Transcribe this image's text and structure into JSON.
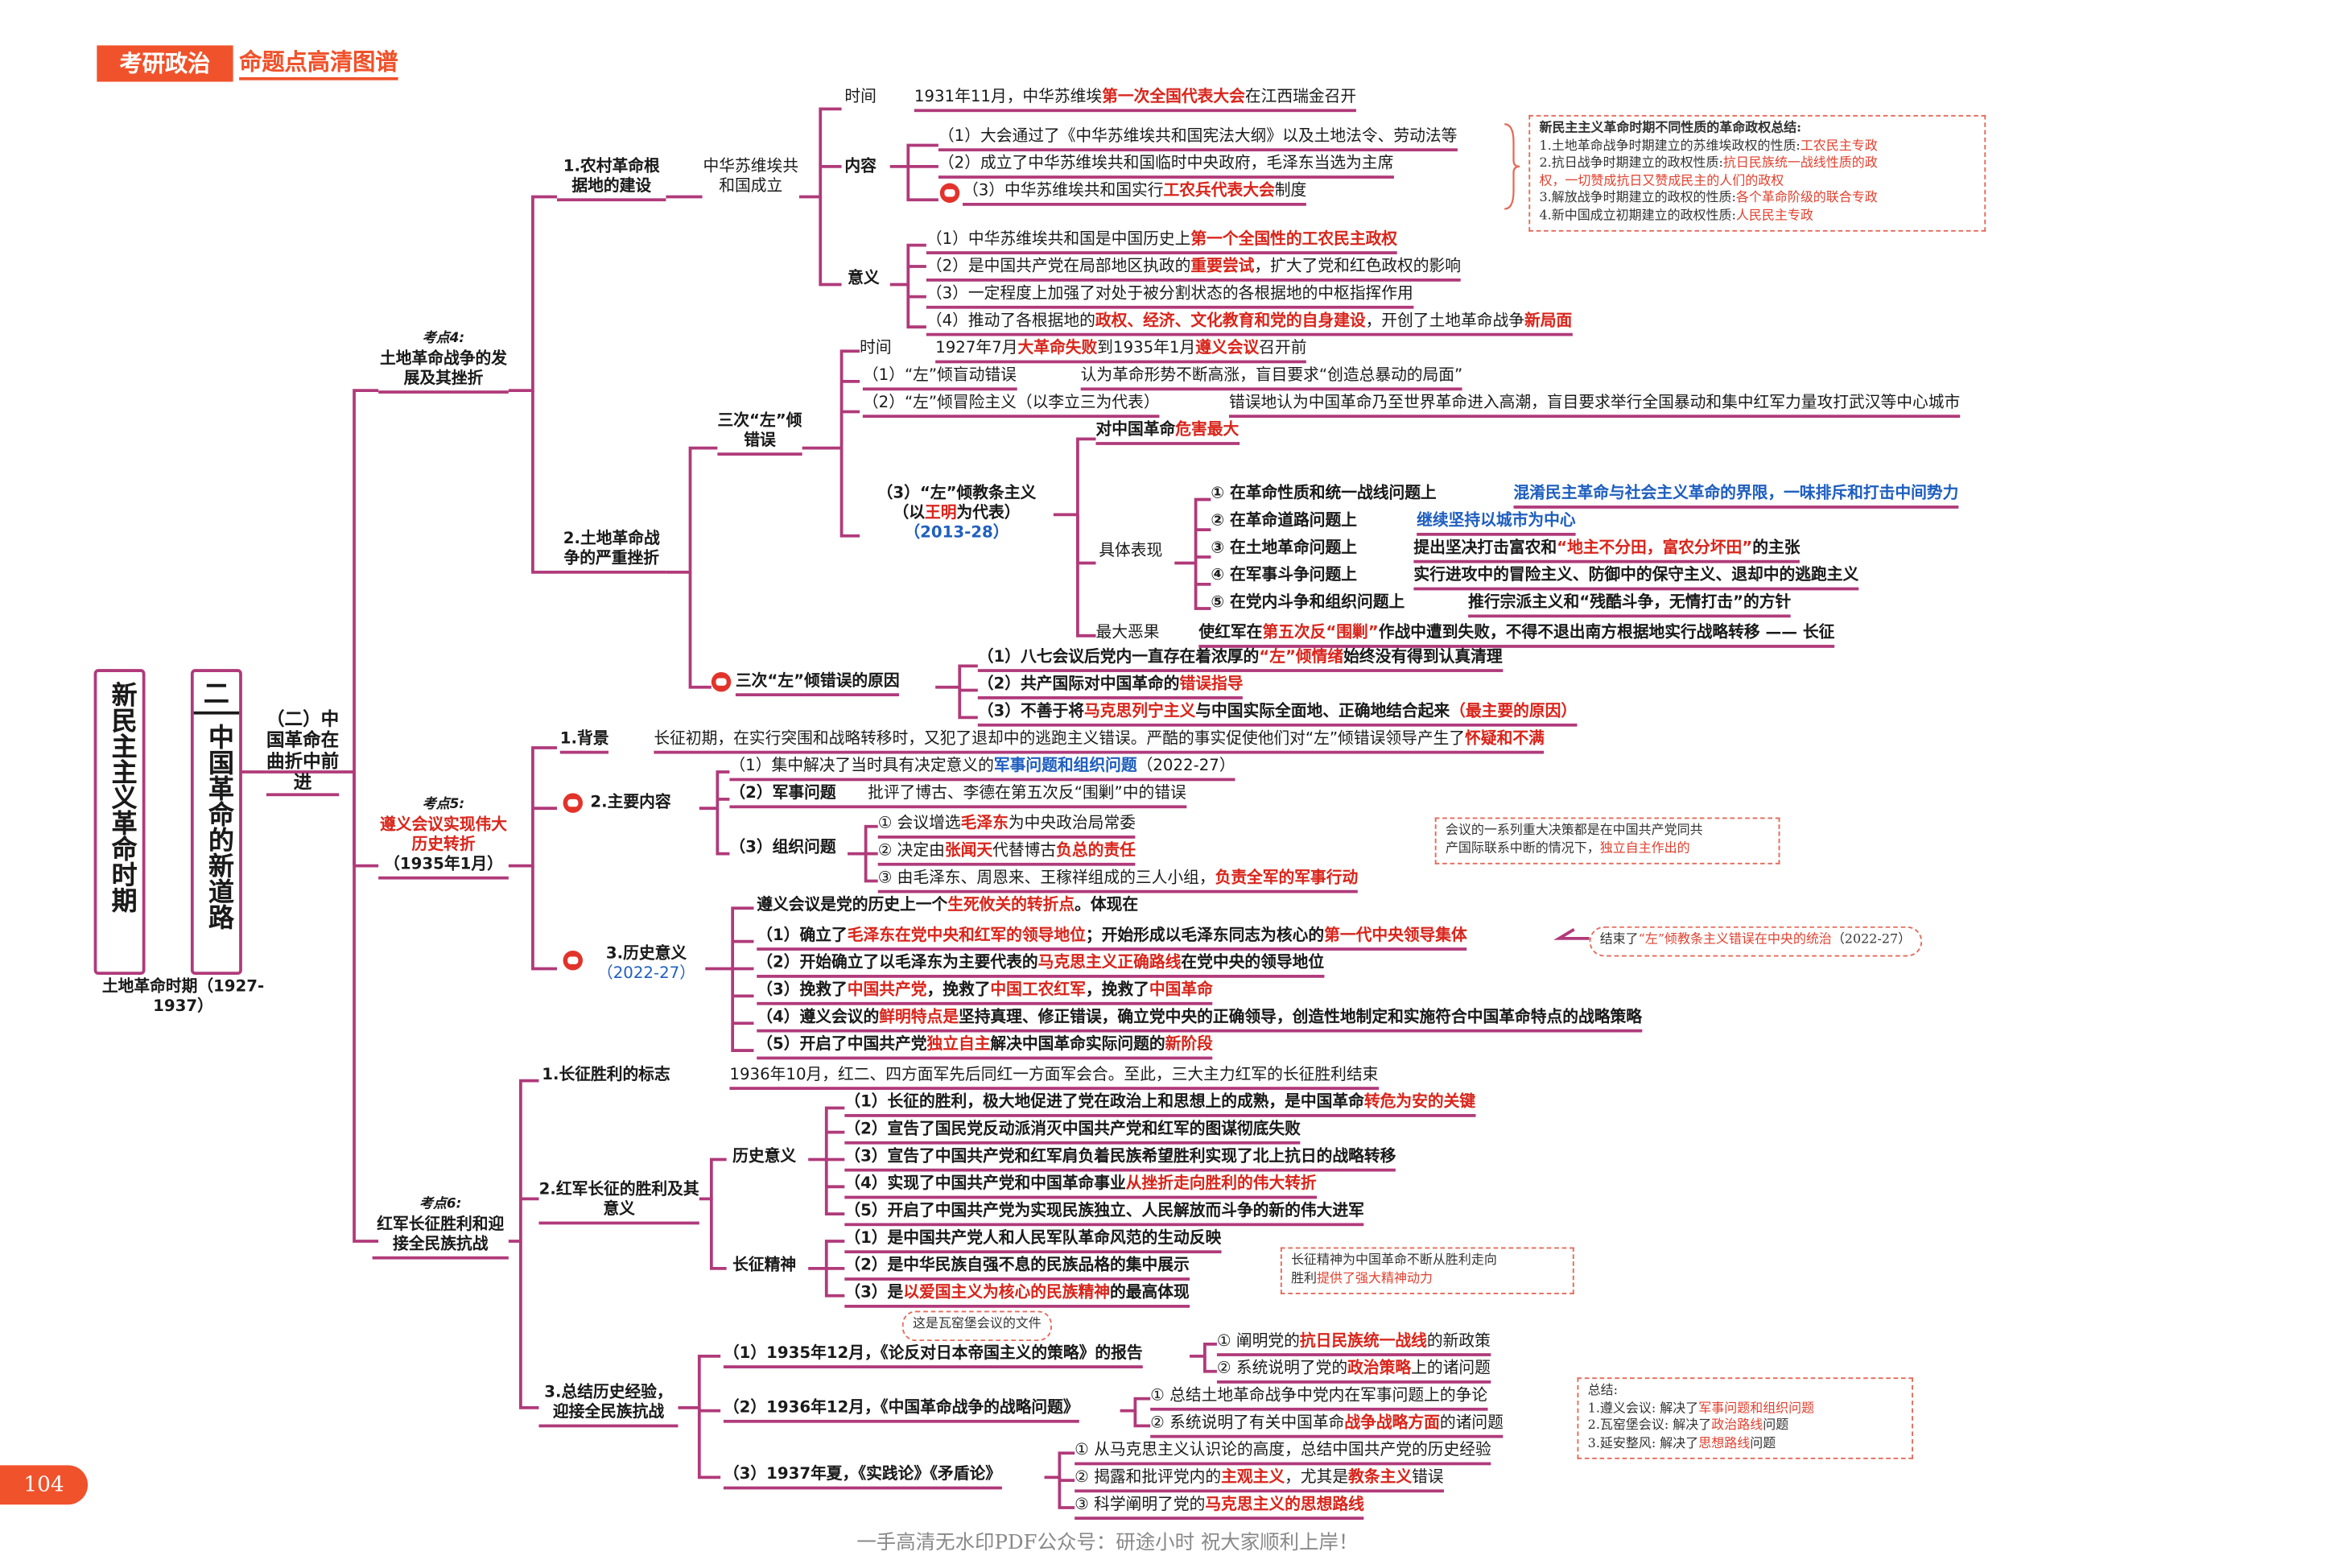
{
  "header": {
    "badge": "考研政治",
    "subtitle": "命题点高清图谱"
  },
  "page_number": "104",
  "footer": "一手高清无水印PDF公众号：研途小时  祝大家顺利上岸！",
  "root": {
    "title": "新民主主义革命时期",
    "chapter": "二 中国革命的新道路",
    "section": "（二）中国革命在曲折中前进",
    "period": "土地革命时期（1927-1937）"
  },
  "k4": {
    "label": "考点4:",
    "title": "土地革命战争的发展及其挫折"
  },
  "k5": {
    "label": "考点5:",
    "title": "遵义会议实现伟大历史转折",
    "date": "（1935年1月）"
  },
  "k6": {
    "label": "考点6:",
    "title": "红军长征胜利和迎接全民族抗战"
  },
  "rural": {
    "title": "1.农村革命根据地的建设",
    "sub": "中华苏维埃共和国成立",
    "time_label": "时间",
    "time": [
      "1931年11月，中华苏维埃",
      "第一次全国代表大会",
      "在江西瑞金召开"
    ],
    "content_label": "内容",
    "content": [
      [
        "（1）大会通过了《中华苏维埃共和国宪法大纲》以及土地法令、劳动法等"
      ],
      [
        "（2）成立了中华苏维埃共和国临时中央政府，毛泽东当选为主席"
      ],
      [
        "（3）中华苏维埃共和国实行",
        "工农兵代表大会",
        "制度"
      ]
    ],
    "meaning_label": "意义",
    "meaning": [
      [
        "（1）中华苏维埃共和国是中国历史上",
        "第一个全国性的工农民主政权",
        ""
      ],
      [
        "（2）是中国共产党在局部地区执政的",
        "重要尝试",
        "，扩大了党和红色政权的影响"
      ],
      [
        "（3）一定程度上加强了对处于被分割状态的各根据地的中枢指挥作用"
      ],
      [
        "（4）推动了各根据地的",
        "政权、经济、文化教育和党的自身建设",
        "，开创了土地革命战争",
        "新局面",
        ""
      ]
    ]
  },
  "summary_note": [
    [
      "新民主主义革命时期不同性质的革命政权总结:"
    ],
    [
      "1.土地革命战争时期建立的苏维埃政权的性质:",
      "工农民主专政"
    ],
    [
      "2.抗日战争时期建立的政权性质:",
      "抗日民族统一战线性质的政"
    ],
    [
      "",
      "权，一切赞成抗日又赞成民主的人们的政权"
    ],
    [
      "3.解放战争时期建立的政权的性质:",
      "各个革命阶级的联合专政"
    ],
    [
      "4.新中国成立初期建立的政权性质:",
      "人民民主专政"
    ]
  ],
  "setback": {
    "title": "2.土地革命战争的严重挫折",
    "three_left": "三次“左”倾错误",
    "time_label": "时间",
    "time": [
      "1927年7月",
      "大革命失败",
      "到1935年1月",
      "遵义会议",
      "召开前"
    ],
    "e1": [
      "（1）“左”倾盲动错误",
      "认为革命形势不断高涨，盲目要求“创造总暴动的局面”"
    ],
    "e2": [
      "（2）“左”倾冒险主义（以李立三为代表）",
      "错误地认为中国革命乃至世界革命进入高潮，盲目要求举行全国暴动和集中红军力量攻打武汉等中心城市"
    ],
    "e3_title": [
      "（3）“左”倾教条主义",
      "（以王明为代表）",
      "（2013-28）"
    ],
    "harm": [
      "对中国革命",
      "危害最大"
    ],
    "manifest_label": "具体表现",
    "manifest": [
      [
        "① 在革命性质和统一战线问题上",
        "混淆民主革命与社会主义革命的界限，一味排斥和打击中间势力"
      ],
      [
        "② 在革命道路问题上",
        "继续坚持以城市为中心"
      ],
      [
        "③ 在土地革命问题上",
        "提出坚决打击富农和",
        "“地主不分田，富农分坏田”",
        "的主张"
      ],
      [
        "④ 在军事斗争问题上",
        "实行进攻中的冒险主义、防御中的保守主义、退却中的逃跑主义"
      ],
      [
        "⑤ 在党内斗争和组织问题上",
        "推行宗派主义和“残酷斗争，无情打击”的方针"
      ]
    ],
    "worst_label": "最大恶果",
    "worst": [
      "使红军在",
      "第五次反“围剿”",
      "作战中遭到失败，不得不退出南方根据地实行战略转移 —— 长征"
    ],
    "cause_title": "三次“左”倾错误的原因",
    "causes": [
      [
        "（1）八七会议后党内一直存在着浓厚的",
        "“左”倾情绪",
        "始终没有得到认真清理"
      ],
      [
        "（2）共产国际对中国革命的",
        "错误指导",
        ""
      ],
      [
        "（3）不善于将",
        "马克思列宁主义",
        "与中国实际全面地、正确地结合起来",
        "（最主要的原因）"
      ]
    ]
  },
  "zunyi": {
    "bg_label": "1.背景",
    "bg": [
      "长征初期，在实行突围和战略转移时，又犯了退却中的逃跑主义错误。严酷的事实促使他们对“左”倾错误领导产生了",
      "怀疑和不满"
    ],
    "main_label": "2.主要内容",
    "main1": [
      "（1）集中解决了当时具有决定意义的",
      "军事问题和组织问题",
      "（2022-27）"
    ],
    "main2": [
      "（2）军事问题",
      "批评了博古、李德在第五次反“围剿”中的错误"
    ],
    "org_label": "（3）组织问题",
    "org": [
      [
        "① 会议增选",
        "毛泽东",
        "为中央政治局常委"
      ],
      [
        "② 决定由",
        "张闻天",
        "代替博古",
        "负总的责任",
        ""
      ],
      [
        "③ 由毛泽东、周恩来、王稼祥组成的三人小组，",
        "负责全军的军事行动",
        ""
      ]
    ],
    "note": [
      "会议的一系列重大决策都是在中国共产党同共",
      "产国际联系中断的情况下，",
      "独立自主作出的"
    ],
    "sig_label": "3.历史意义",
    "sig_year": "（2022-27）",
    "sig_head": [
      "遵义会议是党的历史上一个",
      "生死攸关的转折点",
      "。体现在"
    ],
    "sig": [
      [
        "（1）确立了",
        "毛泽东在党中央和红军的领导地位",
        "；开始形成以毛泽东同志为核心的",
        "第一代中央领导集体",
        ""
      ],
      [
        "（2）开始确立了以毛泽东为主要代表的",
        "马克思主义正确路线",
        "在党中央的领导地位"
      ],
      [
        "（3）挽救了",
        "中国共产党",
        "，挽救了",
        "中国工农红军",
        "，挽救了",
        "中国革命",
        ""
      ],
      [
        "（4）遵义会议的",
        "鲜明特点是",
        "坚持真理、修正错误，确立党中央的正确领导，创造性地制定和实施符合中国革命特点的战略策略"
      ],
      [
        "（5）开启了中国共产党",
        "独立自主",
        "解决中国革命实际问题的",
        "新阶段",
        ""
      ]
    ],
    "end_note": [
      "结束了",
      "“左”倾教条主义错误在中央的统治",
      "（2022-27）"
    ]
  },
  "longmarch": {
    "symbol_label": "1.长征胜利的标志",
    "symbol": "1936年10月，红二、四方面军先后同红一方面军会合。至此，三大主力红军的长征胜利结束",
    "vic_label": "2.红军长征的胜利及其意义",
    "hist_label": "历史意义",
    "hist": [
      [
        "（1）长征的胜利，极大地促进了党在政治上和思想上的成熟，是中国革命",
        "转危为安的关键",
        ""
      ],
      [
        "（2）宣告了国民党反动派消灭中国共产党和红军的图谋彻底失败"
      ],
      [
        "（3）宣告了中国共产党和红军肩负着民族希望胜利实现了北上抗日的战略转移"
      ],
      [
        "（4）实现了中国共产党和中国革命事业",
        "从挫折走向胜利的伟大转折",
        ""
      ],
      [
        "（5）开启了中国共产党为实现民族独立、人民解放而斗争的新的伟大进军"
      ]
    ],
    "spirit_label": "长征精神",
    "spirit": [
      [
        "（1）是中国共产党人和人民军队革命风范的生动反映"
      ],
      [
        "（2）是中华民族自强不息的民族品格的集中展示"
      ],
      [
        "（3）是",
        "以爱国主义为核心的民族精神",
        "的最高体现"
      ]
    ],
    "spirit_note": [
      "长征精神为中国革命不断从胜利走向",
      "胜利",
      "提供了强大精神动力"
    ],
    "wyb_note": "这是瓦窑堡会议的文件",
    "sum_label": "3.总结历史经验，迎接全民族抗战",
    "s1": "（1）1935年12月，《论反对日本帝国主义的策略》的报告",
    "s1a": [
      "① 阐明党的",
      "抗日民族统一战线",
      "的新政策"
    ],
    "s1b": [
      "② 系统说明了党的",
      "政治策略",
      "上的诸问题"
    ],
    "s2": "（2）1936年12月，《中国革命战争的战略问题》",
    "s2a": [
      "① 总结土地革命战争中党内在军事问题上的争论"
    ],
    "s2b": [
      "② 系统说明了有关中国革命",
      "战争战略方面",
      "的诸问题"
    ],
    "s3": "（3）1937年夏，《实践论》《矛盾论》",
    "s3a": [
      "① 从马克思主义认识论的高度，总结中国共产党的历史经验"
    ],
    "s3b": [
      "② 揭露和批评党内的",
      "主观主义",
      "，尤其是",
      "教条主义",
      "错误"
    ],
    "s3c": [
      "③ 科学阐明了党的",
      "马克思主义的思想路线",
      ""
    ],
    "final_note": [
      [
        "总结:"
      ],
      [
        "1.遵义会议: 解决了",
        "军事问题和组织问题"
      ],
      [
        "2.瓦窑堡会议: 解决了",
        "政治路线",
        "问题"
      ],
      [
        "3.延安整风: 解决了",
        "思想路线",
        "问题"
      ]
    ]
  }
}
